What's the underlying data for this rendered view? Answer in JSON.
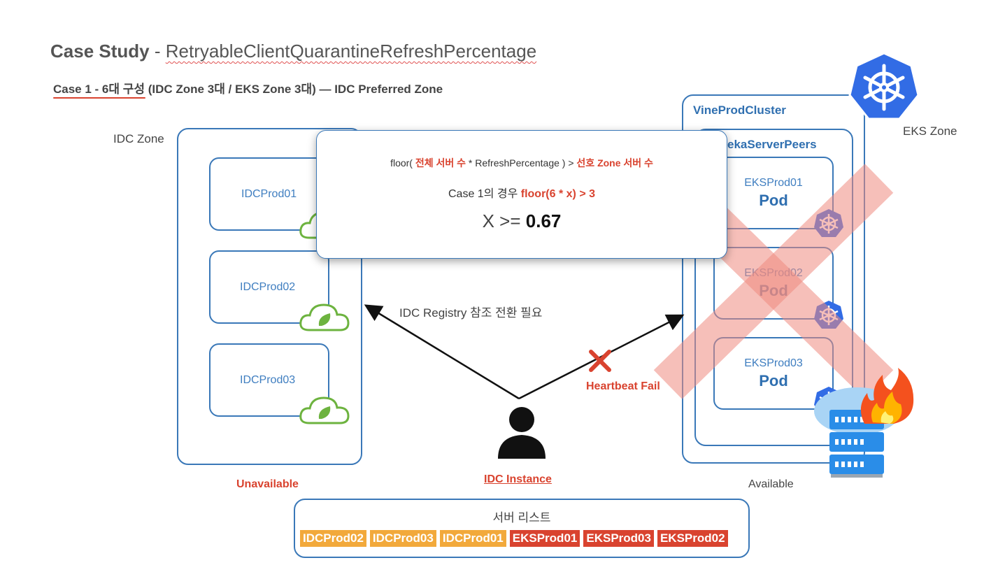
{
  "title": {
    "main": "Case Study",
    "separator": "-",
    "function": "RetryableClientQuarantineRefreshPercentage"
  },
  "subtitle": "Case 1 - 6대 구성 (IDC Zone 3대 / EKS Zone 3대) — IDC Preferred Zone",
  "idc_zone": {
    "label": "IDC Zone",
    "servers": [
      "IDCProd01",
      "IDCProd02",
      "IDCProd03"
    ],
    "status": "Unavailable"
  },
  "eks_zone": {
    "label": "EKS Zone",
    "cluster": "VineProdCluster",
    "peers": "EurekaServerPeers",
    "peers_visible": "ekaServerPeers",
    "pods": [
      {
        "name": "EKSProd01",
        "kind": "Pod"
      },
      {
        "name": "EKSProd02",
        "kind": "Pod"
      },
      {
        "name": "EKSProd03",
        "kind": "Pod"
      }
    ],
    "status": "Available"
  },
  "popup": {
    "formula_prefix": "floor( ",
    "formula_total": "전체 서버 수",
    "formula_mid": " * RefreshPercentage ) > ",
    "formula_preferred": "선호 Zone 서버 수",
    "case_prefix": "Case 1의 경우 ",
    "case_expr": "floor(6 * x) > 3",
    "result_prefix": "X >= ",
    "result_value": "0.67"
  },
  "arrows": {
    "registry_note": "IDC Registry 참조 전환 필요",
    "heartbeat": "Heartbeat Fail"
  },
  "instance": {
    "label": "IDC Instance"
  },
  "server_list": {
    "title": "서버 리스트",
    "items": [
      {
        "name": "IDCProd02",
        "color": "#f2a93b"
      },
      {
        "name": "IDCProd03",
        "color": "#f2a93b"
      },
      {
        "name": "IDCProd01",
        "color": "#f2a93b"
      },
      {
        "name": "EKSProd01",
        "color": "#d9432f"
      },
      {
        "name": "EKSProd03",
        "color": "#d9432f"
      },
      {
        "name": "EKSProd02",
        "color": "#d9432f"
      }
    ]
  },
  "colors": {
    "accent_blue": "#3a78b8",
    "alert_red": "#d9432f",
    "idc_orange": "#f2a93b",
    "spring_green": "#6db33f",
    "k8s_blue": "#326ce5"
  },
  "icons": [
    "spring-cloud-icon",
    "kubernetes-icon",
    "person-icon",
    "burning-server-icon",
    "x-mark-icon"
  ]
}
